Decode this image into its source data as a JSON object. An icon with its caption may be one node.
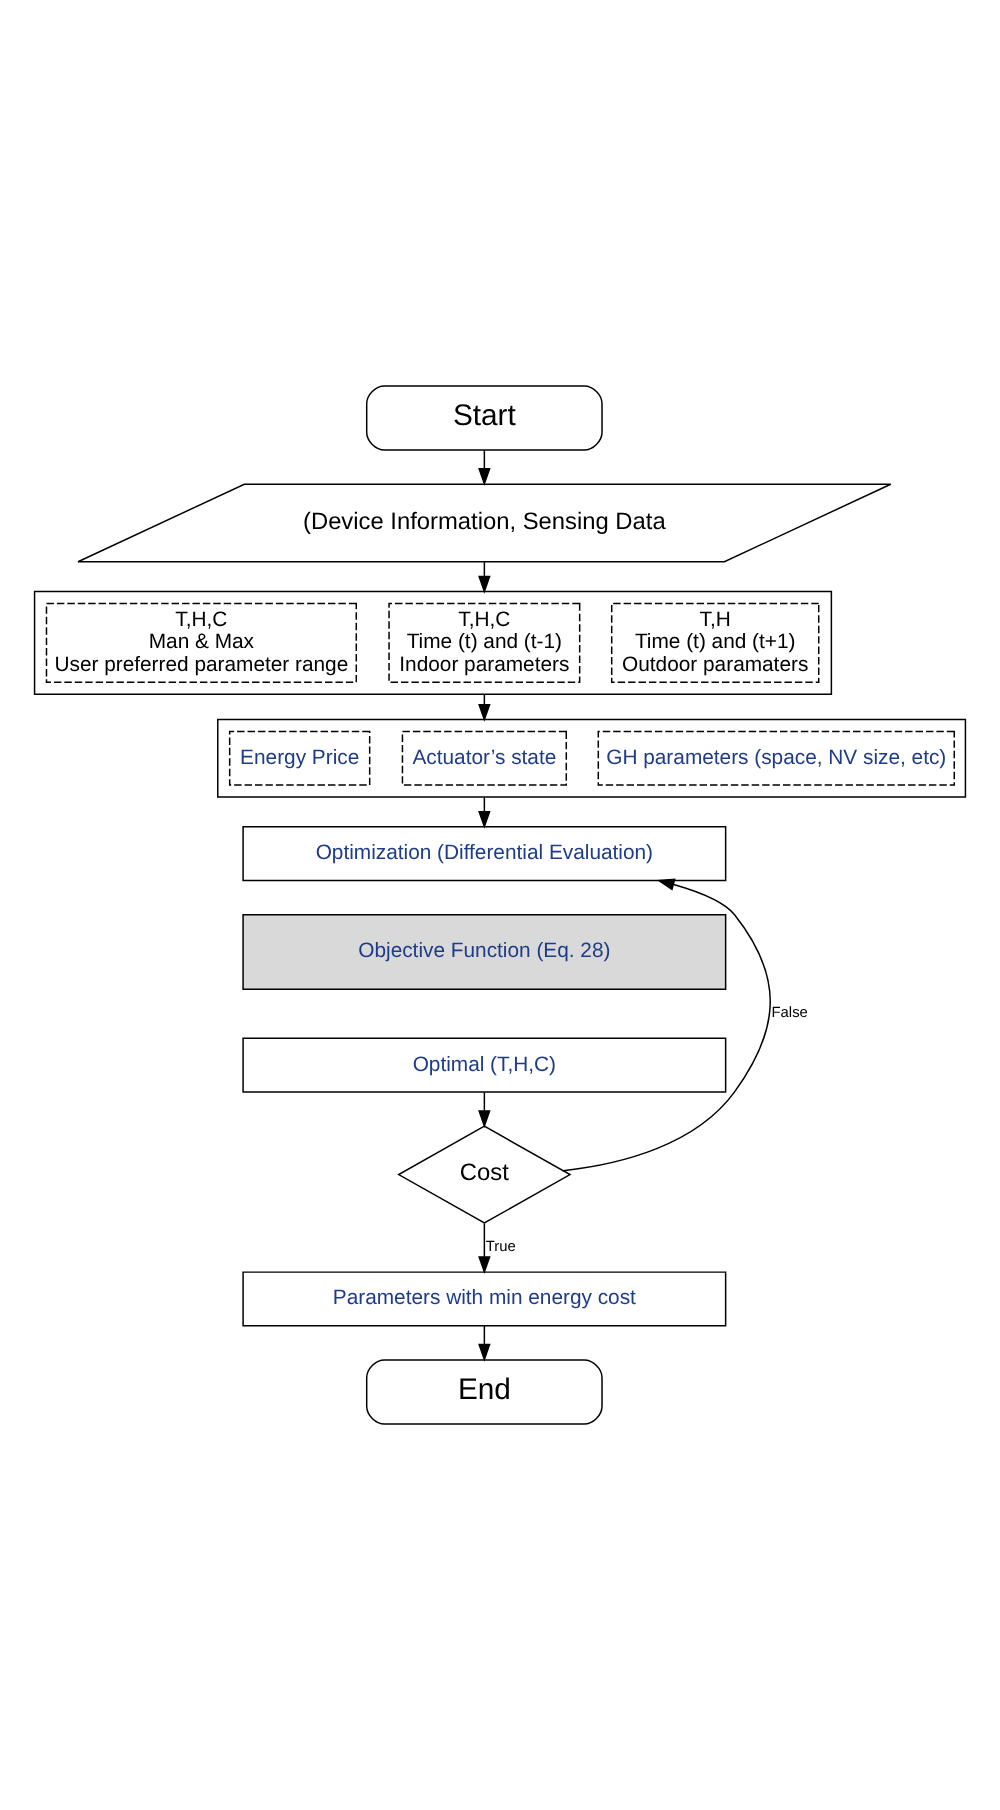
{
  "diagram": {
    "nodes": [
      {
        "text": [
          "Start"
        ]
      },
      {
        "text": [
          "(Device Information, Sensing Data"
        ]
      },
      {
        "text": [],
        "shape": "box"
      },
      {
        "text": [
          "T,H,C",
          "Man & Max",
          "User preferred parameter range"
        ],
        "in": 2
      },
      {
        "text": [
          "T,H,C",
          "Time (t) and (t-1)",
          "Indoor parameters"
        ],
        "in": 2
      },
      {
        "text": [
          "T,H",
          "Time (t) and (t+1)",
          "Outdoor paramaters"
        ],
        "in": 2
      },
      {
        "text": [],
        "shape": "box"
      },
      {
        "text": [
          "Energy Price"
        ],
        "in": 6
      },
      {
        "text": [
          "Actuator’s state"
        ],
        "in": 6
      },
      {
        "text": [
          "GH parameters (space, NV size, etc)"
        ],
        "in": 6
      },
      {
        "text": [
          "Optimization (Differential Evaluation)"
        ]
      },
      {
        "text": [
          "Objective Function (Eq. 28)"
        ]
      },
      {
        "text": [
          "Optimal (T,H,C)"
        ]
      },
      {
        "text": [
          "Cost"
        ]
      },
      {
        "text": [
          "Parameters with min energy cost"
        ]
      },
      {
        "text": [
          "End"
        ]
      }
    ],
    "edges": [
      {
        "from": 0,
        "to": 1,
        "arrow": "to"
      },
      {
        "from": 1,
        "to": 2,
        "arrow": "to"
      },
      {
        "from": 2,
        "to": 6,
        "arrow": "to"
      },
      {
        "from": 6,
        "to": 10,
        "arrow": "to"
      },
      {
        "from": 12,
        "to": 13,
        "arrow": "to"
      },
      {
        "from": 13,
        "to": 10,
        "arrow": "to",
        "label": "False"
      },
      {
        "from": 13,
        "to": 14,
        "arrow": "to",
        "label": "True"
      },
      {
        "from": 14,
        "to": 15,
        "arrow": "to"
      }
    ]
  }
}
